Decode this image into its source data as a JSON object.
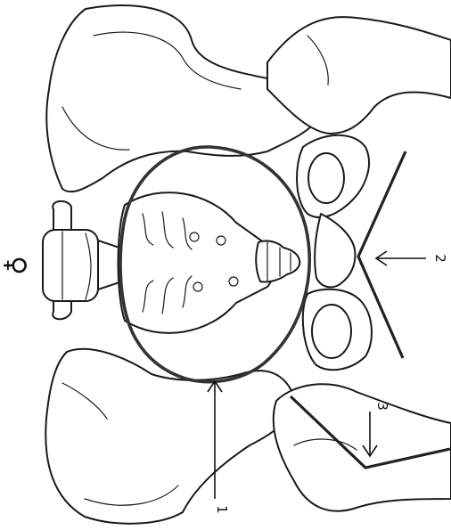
{
  "figure": {
    "symbol": "♀",
    "labels": [
      "1",
      "2",
      "3"
    ],
    "colors": {
      "line": "#1a1a1a",
      "ring": "#333333",
      "background": "#ffffff"
    }
  }
}
